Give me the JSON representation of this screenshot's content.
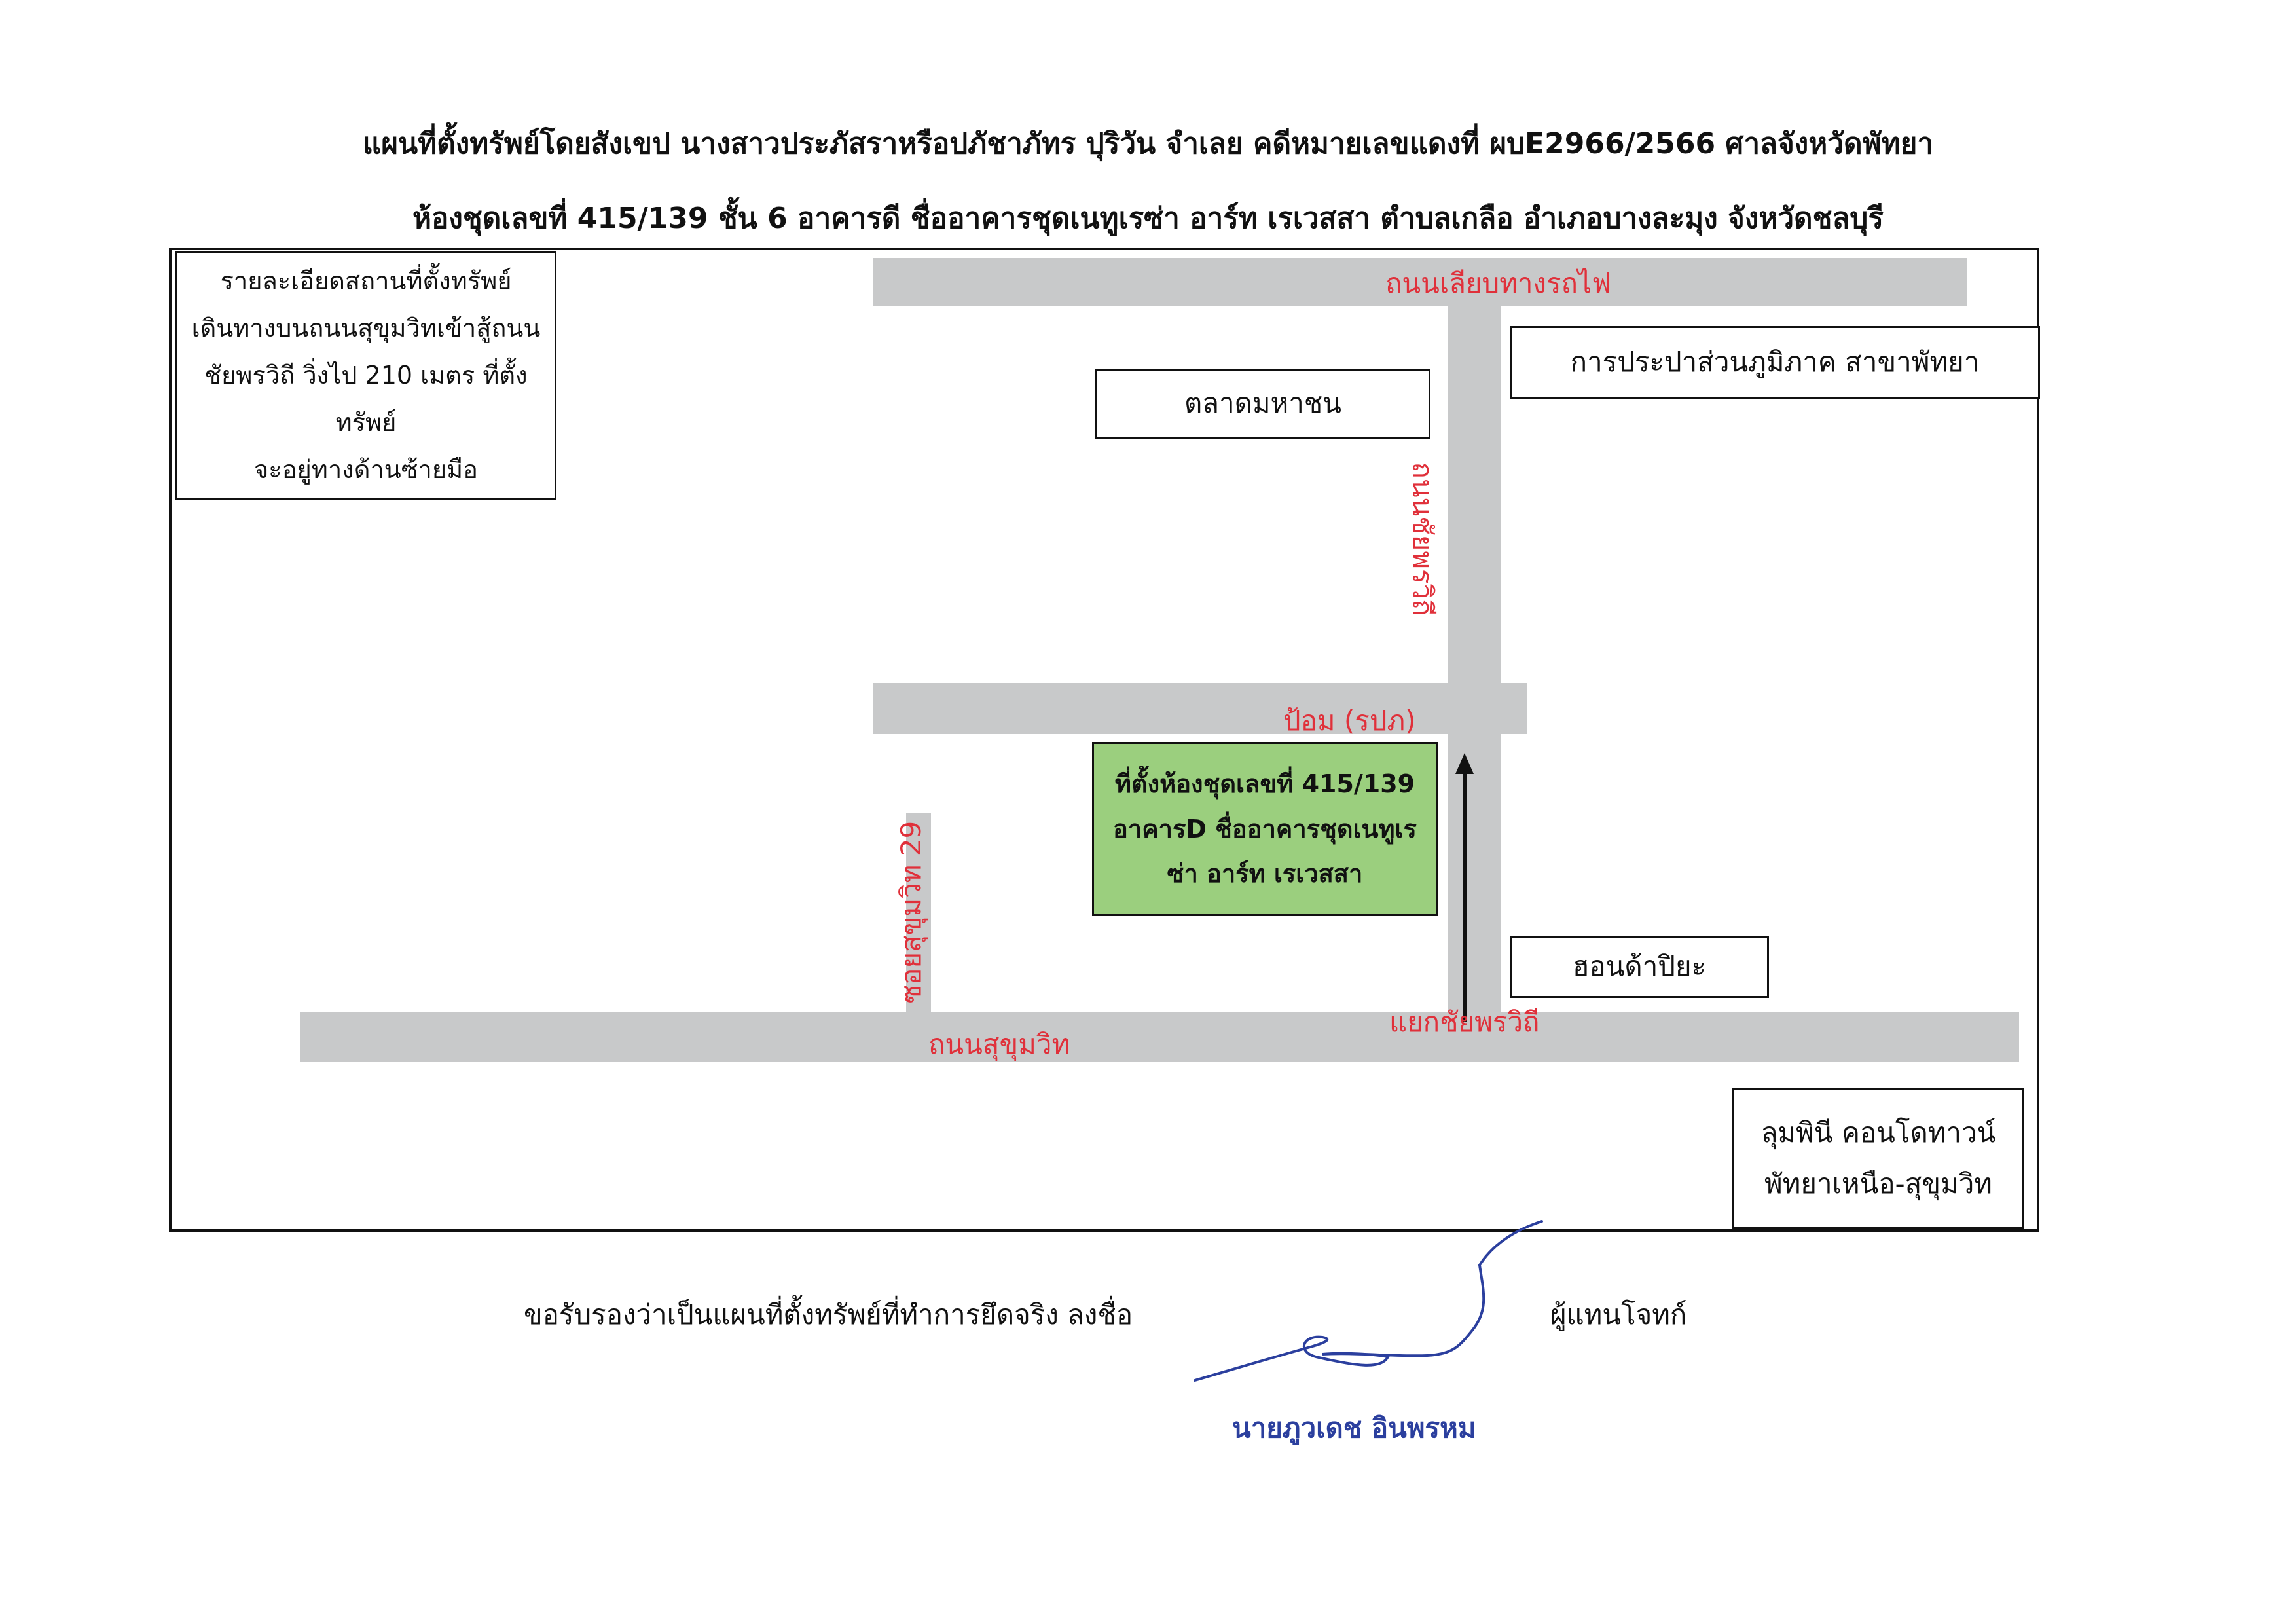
{
  "header": {
    "line1": "แผนที่ตั้งทรัพย์โดยสังเขป  นางสาวประภัสราหรือปภัชาภัทร  ปุริวัน จำเลย   คดีหมายเลขแดงที่   ผบE2966/2566 ศาลจังหวัดพัทยา",
    "line2": "ห้องชุดเลขที่ 415/139  ชั้น 6 อาคารดี ชื่ออาคารชุดเนทูเรซ่า อาร์ท เรเวสสา  ตำบลเกลือ อำเภอบางละมุง  จังหวัดชลบุรี"
  },
  "description_box": {
    "lines": [
      "รายละเอียดสถานที่ตั้งทรัพย์",
      "เดินทางบนถนนสุขุมวิทเข้าสู้ถนน",
      "ชัยพรวิถี วิ่งไป 210 เมตร ที่ตั้งทรัพย์",
      "จะอยู่ทางด้านซ้ายมือ"
    ]
  },
  "landmarks": {
    "market": "ตลาดมหาชน",
    "waterworks": "การประปาส่วนภูมิภาค สาขาพัทยา",
    "honda": "ฮอนด้าปิยะ",
    "lumpini_line1": "ลุมพินี คอนโดทาวน์",
    "lumpini_line2": "พัทยาเหนือ-สุขุมวิท"
  },
  "site": {
    "line1": "ที่ตั้งห้องชุดเลขที่ 415/139",
    "line2": "อาคารD ชื่ออาคารชุดเนทูเร",
    "line3": "ซ่า อาร์ท เรเวสสา"
  },
  "road_labels": {
    "railway_road": "ถนนเลียบทางรถไฟ",
    "chaiyaphruek_road": "ถนนชัยพรวิถี",
    "police_box": "ป้อม (รปภ)",
    "soi_sukhumvit_29": "ซอยสุขุมวิท 29",
    "sukhumvit_road": "ถนนสุขุมวิท",
    "intersection": "แยกชัยพรวิถี"
  },
  "footer": {
    "certify": "ขอรับรองว่าเป็นแผนที่ตั้งทรัพย์ที่ทำการยึดจริง  ลงชื่อ",
    "role": "ผู้แทนโจทก์",
    "signer_name": "นายภูวเดช  อินพรหม"
  },
  "colors": {
    "road": "#c8c9ca",
    "road_label": "#e0303a",
    "site_fill": "#9bcf7e",
    "signature_ink": "#2b3f9e"
  }
}
